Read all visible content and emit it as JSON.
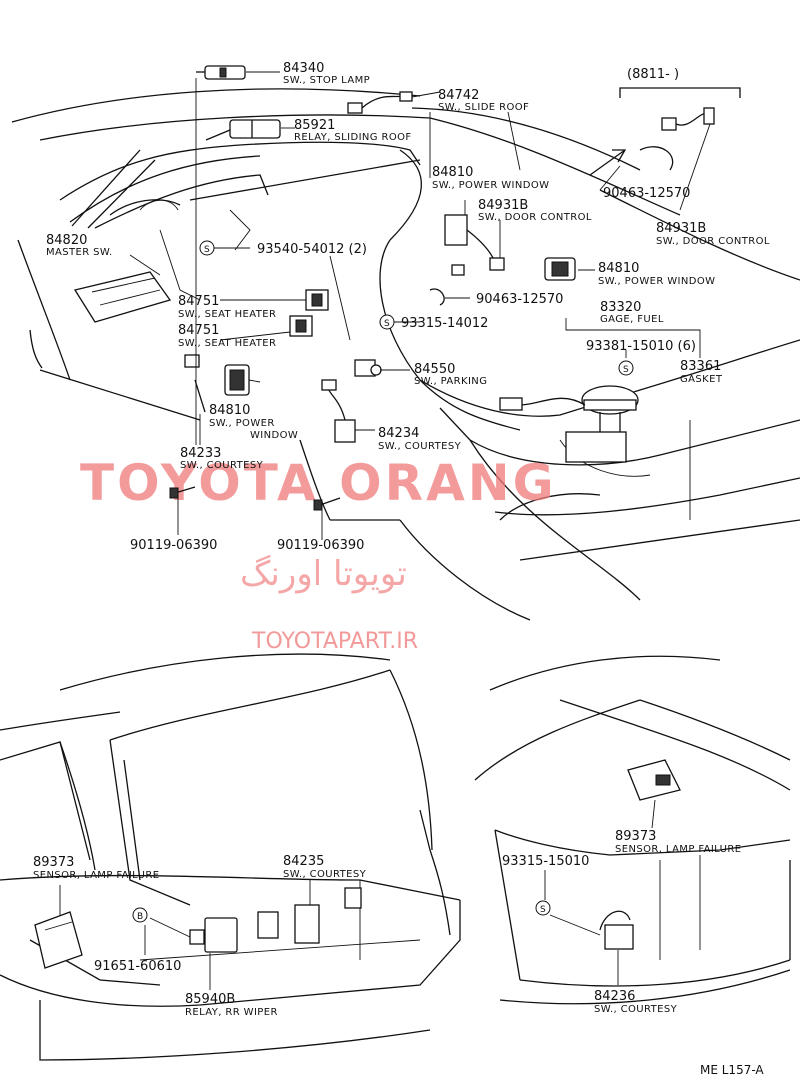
{
  "diagram_code": "ME L157-A",
  "date_range": "(8811-        )",
  "watermark": {
    "main": "TOYOTA ORANG",
    "persian": "تویوتا اورنگ",
    "url": "TOYOTAPART.IR"
  },
  "clip_marks": {
    "s": "S",
    "b": "B"
  },
  "parts": [
    {
      "num": "84340",
      "desc": "SW., STOP LAMP"
    },
    {
      "num": "84742",
      "desc": "SW., SLIDE ROOF"
    },
    {
      "num": "85921",
      "desc": "RELAY, SLIDING ROOF"
    },
    {
      "num": "84810",
      "desc": "SW., POWER WINDOW"
    },
    {
      "num": "84931B",
      "desc": "SW., DOOR CONTROL"
    },
    {
      "num": "84820",
      "desc": "MASTER SW."
    },
    {
      "num": "93540-54012 (2)",
      "desc": ""
    },
    {
      "num": "84751",
      "desc": "SW., SEAT HEATER"
    },
    {
      "num": "84751",
      "desc": "SW., SEAT HEATER"
    },
    {
      "num": "93315-14012",
      "desc": ""
    },
    {
      "num": "90463-12570",
      "desc": ""
    },
    {
      "num": "84810",
      "desc": "SW., POWER WINDOW"
    },
    {
      "num": "83320",
      "desc": "GAGE, FUEL"
    },
    {
      "num": "93381-15010 (6)",
      "desc": ""
    },
    {
      "num": "83361",
      "desc": "GASKET"
    },
    {
      "num": "84550",
      "desc": "SW., PARKING"
    },
    {
      "num": "84810",
      "desc": "SW., POWER"
    },
    {
      "num": "",
      "desc": "WINDOW"
    },
    {
      "num": "84234",
      "desc": "SW., COURTESY"
    },
    {
      "num": "84233",
      "desc": "SW., COURTESY"
    },
    {
      "num": "90119-06390",
      "desc": ""
    },
    {
      "num": "90119-06390",
      "desc": ""
    },
    {
      "num": "90463-12570",
      "desc": ""
    },
    {
      "num": "84931B",
      "desc": "SW., DOOR CONTROL"
    },
    {
      "num": "89373",
      "desc": "SENSOR, LAMP FAILURE"
    },
    {
      "num": "84235",
      "desc": "SW., COURTESY"
    },
    {
      "num": "91651-60610",
      "desc": ""
    },
    {
      "num": "85940B",
      "desc": "RELAY, RR WIPER"
    },
    {
      "num": "89373",
      "desc": "SENSOR, LAMP FAILURE"
    },
    {
      "num": "93315-15010",
      "desc": ""
    },
    {
      "num": "84236",
      "desc": "SW., COURTESY"
    }
  ]
}
